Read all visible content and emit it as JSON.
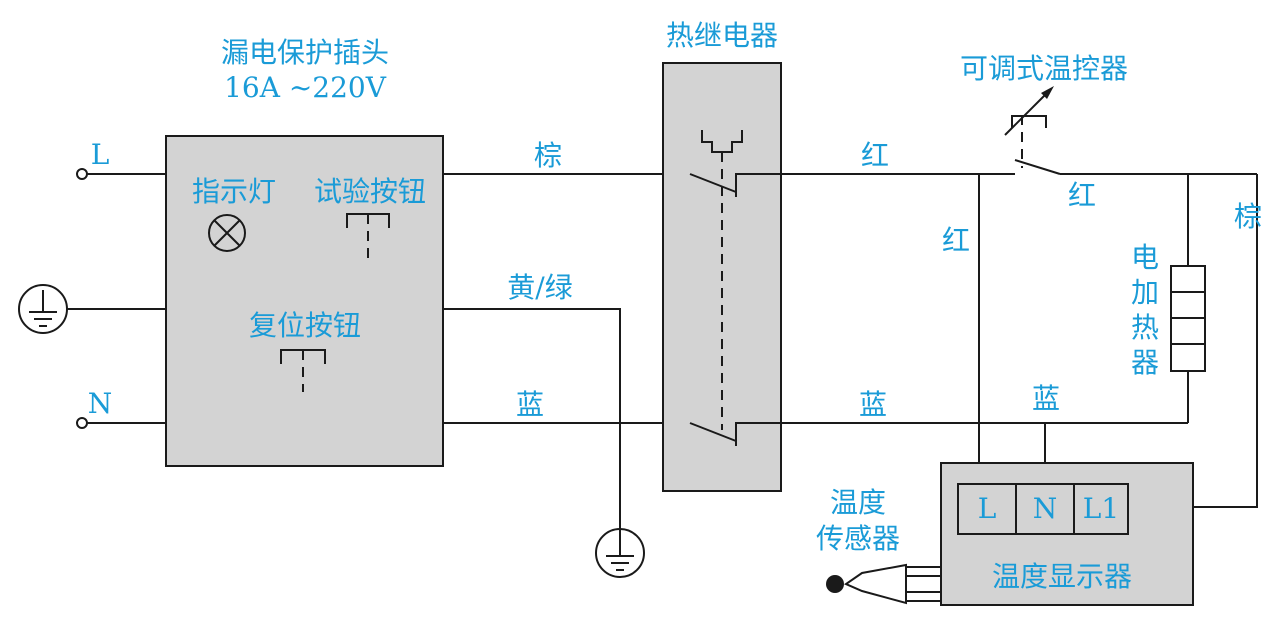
{
  "rcd": {
    "title": "漏电保护插头",
    "rating": "16A ~220V",
    "indicator_label": "指示灯",
    "test_button_label": "试验按钮",
    "reset_button_label": "复位按钮"
  },
  "terminals": {
    "live": "L",
    "neutral": "N"
  },
  "relay": {
    "title": "热继电器"
  },
  "thermostat": {
    "title": "可调式温控器"
  },
  "heater": {
    "label_chars": [
      "电",
      "加",
      "热",
      "器"
    ]
  },
  "sensor": {
    "line1": "温度",
    "line2": "传感器"
  },
  "display": {
    "title": "温度显示器",
    "terminals": [
      "L",
      "N",
      "L1"
    ]
  },
  "wires": {
    "brown_top": "棕",
    "yellow_green": "黄/绿",
    "blue_bottom": "蓝",
    "red_top": "红",
    "red_after_thermo": "红",
    "red_vertical": "红",
    "brown_right": "棕",
    "blue_right": "蓝",
    "blue_display": "蓝"
  },
  "colors": {
    "label": "#1a9bd7",
    "box_fill": "#d3d3d3",
    "line": "#1a1a1a"
  }
}
